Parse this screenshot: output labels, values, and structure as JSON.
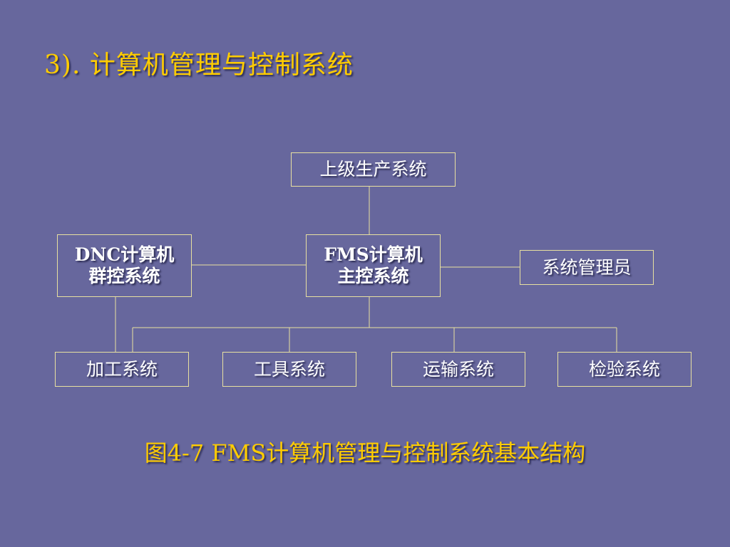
{
  "slide": {
    "title": "3). 计算机管理与控制系统",
    "caption": "图4-7 FMS计算机管理与控制系统基本结构"
  },
  "diagram": {
    "nodes": {
      "upper_production": "上级生产系统",
      "dnc_group": "DNC计算机\n群控系统",
      "fms_master": "FMS计算机\n主控系统",
      "system_admin": "系统管理员",
      "machining": "加工系统",
      "tooling": "工具系统",
      "transport": "运输系统",
      "inspection": "检验系统"
    }
  },
  "colors": {
    "background": "#67679d",
    "title": "#ffcc00",
    "box_border": "#e8e0a0",
    "box_text": "#ffffff"
  }
}
